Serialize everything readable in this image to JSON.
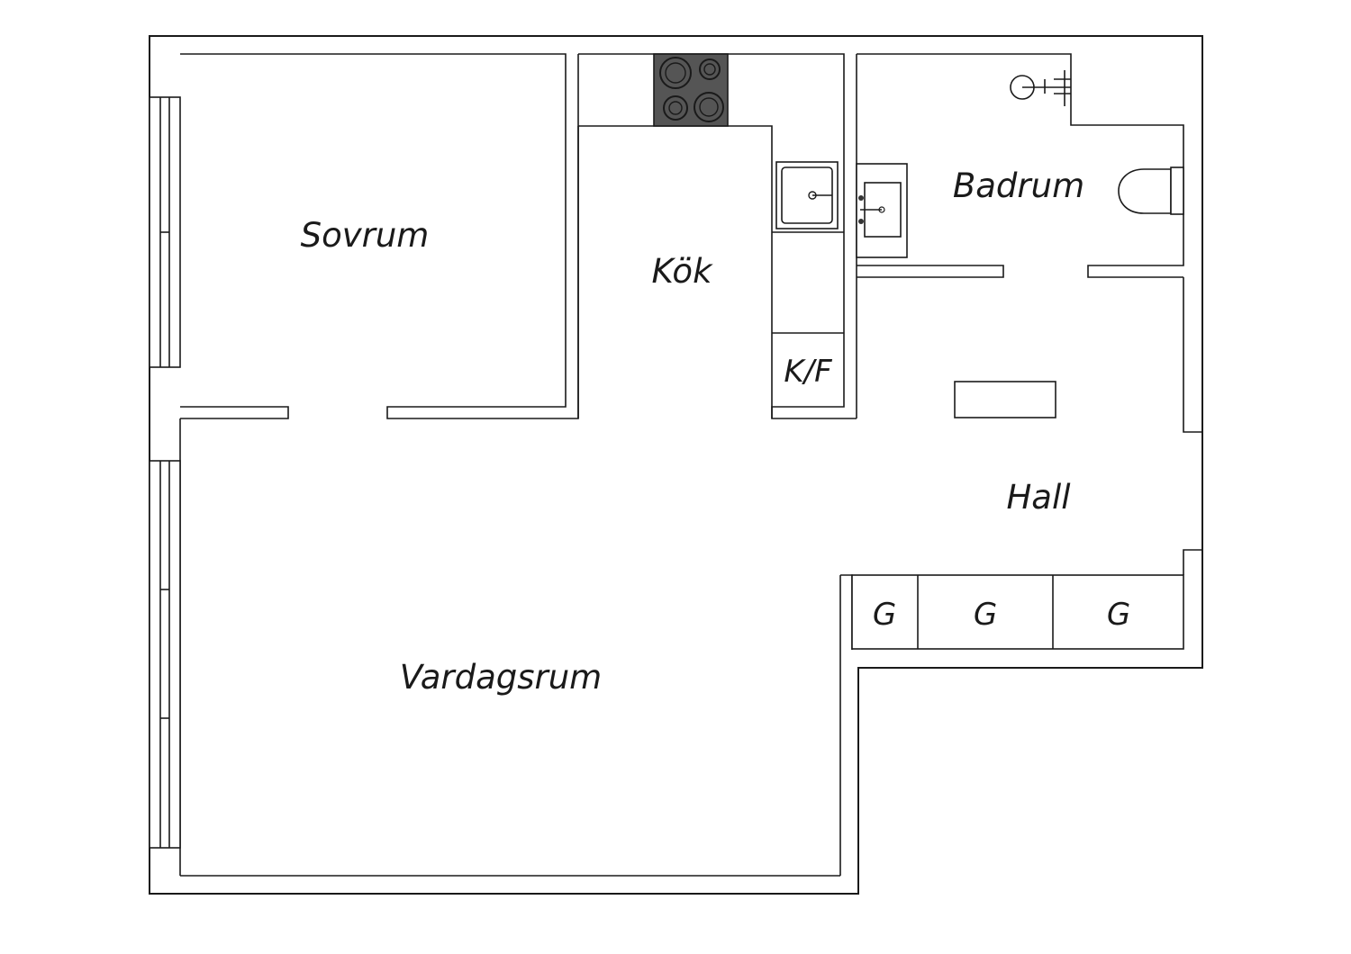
{
  "floor_plan": {
    "rooms": {
      "sovrum": "Sovrum",
      "kok": "Kök",
      "badrum": "Badrum",
      "hall": "Hall",
      "vardagsrum": "Vardagsrum"
    },
    "fixtures": {
      "fridge_freezer": "K/F",
      "wardrobe_1": "G",
      "wardrobe_2": "G",
      "wardrobe_3": "G"
    },
    "colors": {
      "line": "#1a1a1a",
      "stove": "#555555",
      "background": "#ffffff"
    }
  }
}
